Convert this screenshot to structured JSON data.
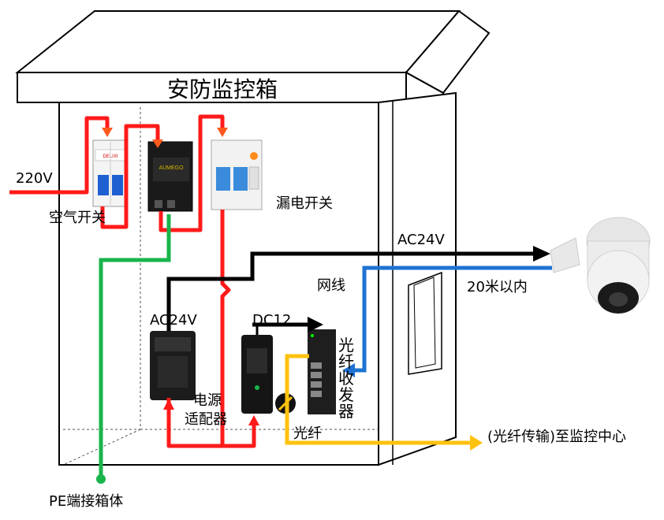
{
  "diagram": {
    "title": "安防监控箱",
    "labels": {
      "input_voltage": "220V",
      "air_switch": "空气开关",
      "leakage_switch": "漏电开关",
      "ac24v_camera": "AC24V",
      "network_cable": "网线",
      "distance": "20米以内",
      "ac24v_adapter": "AC24V",
      "dc12": "DC12",
      "fiber_transceiver": "光纤收发器",
      "power_adapter_line1": "电源",
      "power_adapter_line2": "适配器",
      "fiber": "光纤",
      "to_center": "(光纤传输)至监控中心",
      "pe_ground": "PE端接箱体"
    },
    "device_text": {
      "breaker_brand": "DELIXI",
      "spd_brand": "AUMEGO"
    },
    "colors": {
      "power_line": "#ff1a1a",
      "ac_line": "#000000",
      "network_line": "#1e73d2",
      "fiber_line": "#ffc20e",
      "ground_line": "#19b44b",
      "arrow_orange": "#ff5a1e"
    }
  }
}
